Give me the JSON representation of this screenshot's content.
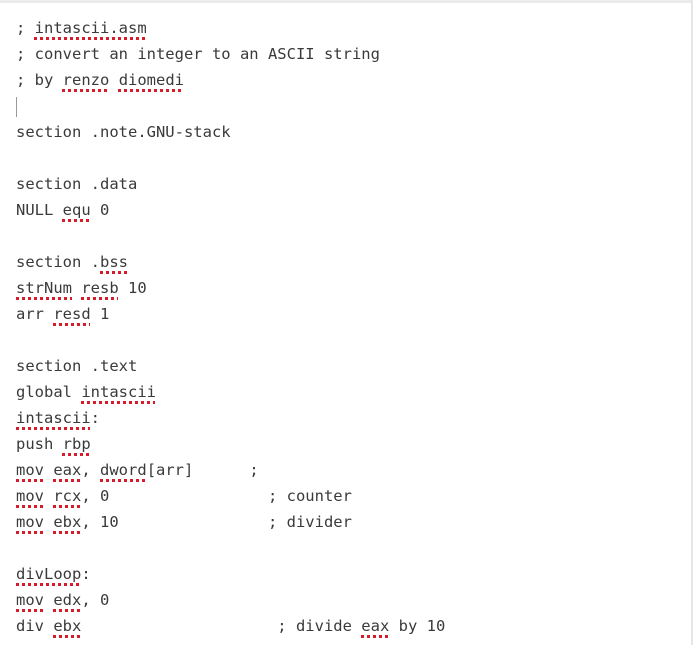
{
  "editor": {
    "lines": [
      [
        {
          "t": "; "
        },
        {
          "t": "intascii.asm",
          "s": 1
        }
      ],
      [
        {
          "t": "; convert an integer to an ASCII string"
        }
      ],
      [
        {
          "t": "; by "
        },
        {
          "t": "renzo",
          "s": 1
        },
        {
          "t": " "
        },
        {
          "t": "diomedi",
          "s": 1
        }
      ],
      [],
      [
        {
          "t": "section .note.GNU-stack"
        }
      ],
      [],
      [
        {
          "t": "section .data"
        }
      ],
      [
        {
          "t": "NULL "
        },
        {
          "t": "equ",
          "s": 1
        },
        {
          "t": " 0"
        }
      ],
      [],
      [
        {
          "t": "section ."
        },
        {
          "t": "bss",
          "s": 1
        }
      ],
      [
        {
          "t": "strNum",
          "s": 1
        },
        {
          "t": " "
        },
        {
          "t": "resb",
          "s": 1
        },
        {
          "t": " 10"
        }
      ],
      [
        {
          "t": "arr "
        },
        {
          "t": "resd",
          "s": 1
        },
        {
          "t": " 1"
        }
      ],
      [],
      [
        {
          "t": "section .text"
        }
      ],
      [
        {
          "t": "global "
        },
        {
          "t": "intascii",
          "s": 1
        }
      ],
      [
        {
          "t": "intascii",
          "s": 1
        },
        {
          "t": ":"
        }
      ],
      [
        {
          "t": "push "
        },
        {
          "t": "rbp",
          "s": 1
        }
      ],
      [
        {
          "t": "mov",
          "s": 1
        },
        {
          "t": " "
        },
        {
          "t": "eax",
          "s": 1
        },
        {
          "t": ", "
        },
        {
          "t": "dword",
          "s": 1
        },
        {
          "t": "[arr]      ;"
        }
      ],
      [
        {
          "t": "mov",
          "s": 1
        },
        {
          "t": " "
        },
        {
          "t": "rcx",
          "s": 1
        },
        {
          "t": ", 0                 ; counter"
        }
      ],
      [
        {
          "t": "mov",
          "s": 1
        },
        {
          "t": " "
        },
        {
          "t": "ebx",
          "s": 1
        },
        {
          "t": ", 10                ; divider"
        }
      ],
      [],
      [
        {
          "t": "divLoop",
          "s": 1
        },
        {
          "t": ":"
        }
      ],
      [
        {
          "t": "mov",
          "s": 1
        },
        {
          "t": " "
        },
        {
          "t": "edx",
          "s": 1
        },
        {
          "t": ", 0"
        }
      ],
      [
        {
          "t": "div "
        },
        {
          "t": "ebx",
          "s": 1
        },
        {
          "t": "                     ; divide "
        },
        {
          "t": "eax",
          "s": 1
        },
        {
          "t": " by 10"
        }
      ]
    ],
    "caret_line": 3
  }
}
